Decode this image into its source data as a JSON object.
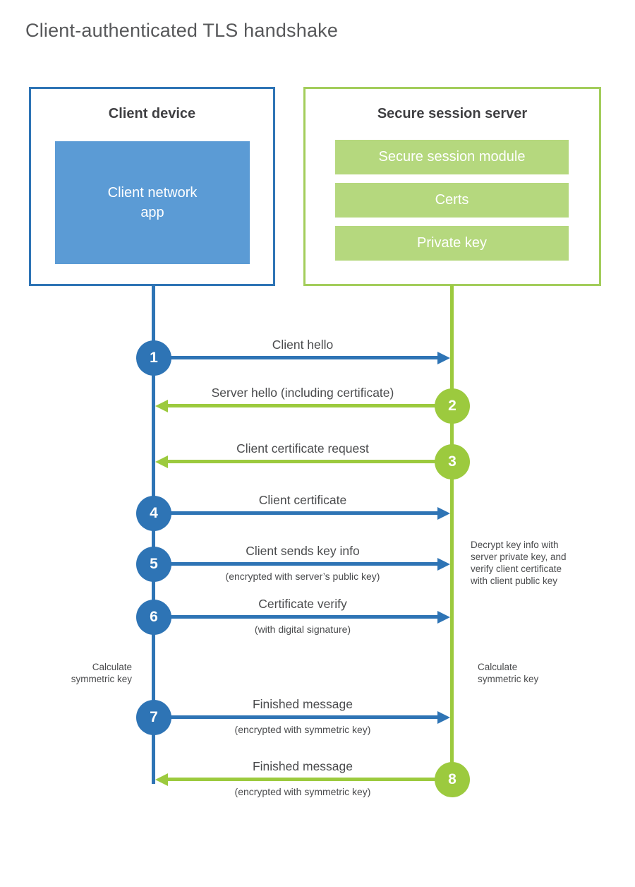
{
  "title": "Client-authenticated TLS handshake",
  "client": {
    "title": "Client device",
    "app_label": "Client network\napp"
  },
  "server": {
    "title": "Secure session server",
    "modules": [
      "Secure session module",
      "Certs",
      "Private key"
    ]
  },
  "steps": [
    {
      "number": "1",
      "label": "Client hello",
      "from": "client",
      "direction": "right"
    },
    {
      "number": "2",
      "label": "Server hello (including certificate)",
      "from": "server",
      "direction": "left"
    },
    {
      "number": "3",
      "label": "Client certificate request",
      "from": "server",
      "direction": "left"
    },
    {
      "number": "4",
      "label": "Client certificate",
      "from": "client",
      "direction": "right"
    },
    {
      "number": "5",
      "label": "Client sends key info",
      "sublabel": "(encrypted with server’s public key)",
      "from": "client",
      "direction": "right"
    },
    {
      "number": "6",
      "label": "Certificate verify",
      "sublabel": "(with digital signature)",
      "from": "client",
      "direction": "right"
    },
    {
      "number": "7",
      "label": "Finished message",
      "sublabel": "(encrypted with symmetric key)",
      "from": "client",
      "direction": "right"
    },
    {
      "number": "8",
      "label": "Finished message",
      "sublabel": "(encrypted with symmetric key)",
      "from": "server",
      "direction": "left"
    }
  ],
  "notes": {
    "calc_left": "Calculate\nsymmetric key",
    "calc_right": "Calculate\nsymmetric key",
    "decrypt": "Decrypt key info with\nserver private key, and\nverify client certificate\nwith client public key"
  },
  "colors": {
    "client_accent": "#2e74b5",
    "client_fill": "#5b9bd5",
    "server_accent": "#9cca3e",
    "server_border": "#a3cd5b",
    "server_fill": "#b5d87e",
    "text_dark": "#3f3f42",
    "text_label": "#4a4b4d",
    "title_gray": "#57585a"
  }
}
